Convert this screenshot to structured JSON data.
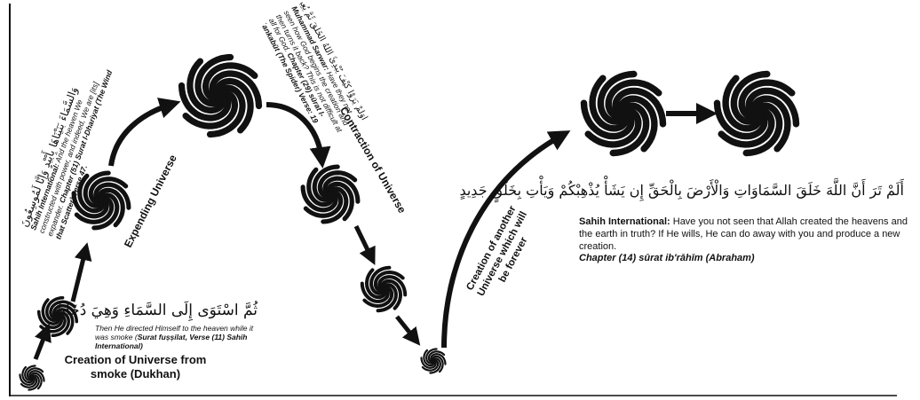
{
  "diagram": {
    "left_labels": {
      "smoke_label": "Creation of Universe from smoke (Dukhan)",
      "expanding_label": "Expending Universe",
      "contraction_label": "Contraction of Universe",
      "creation_another_label": "Creation of another Universe which will be forever"
    },
    "verses": {
      "smoke": {
        "arabic": "ثُمَّ اسْتَوَى إِلَى السَّمَاءِ وَهِيَ دُخَانٌ",
        "translation": "Then He directed Himself to the heaven while it was smoke (",
        "reference": "Surat fuṣṣilat, Verse (11) Sahih International)"
      },
      "expanding": {
        "arabic": "وَالسَّمَاءَ بَنَيْنَاهَا بِأَيْيْدٍ وَإِنَّا لَمُوسِعُونَ",
        "prefix": "Sahih International:",
        "body": "And the heaven We constructed with power, and indeed, We are [its] expander.",
        "reference": "Chapter (51) Surat l-Dhariyat (The Wind that Scatter) verse 47."
      },
      "spider": {
        "arabic": "أَوَلَمْ يَرَوْا كَيْفَ يُبْدِئُ اللَّهُ الْخَلْقَ ثُمَّ يُعِيدُهُ إِنَّ ذَٰلِكَ عَلَى اللَّهِ يَسِيرٌ",
        "prefix": "Muhammad Sarwar:",
        "body": "Have they not seen how God begins the creation and then turns it back? This is not difficult at all for God.",
        "reference": "Chapter (29) sūrat l-ʿankabūt (The Spider) Verse: 19"
      },
      "abraham": {
        "arabic": "أَلَمْ تَرَ أَنَّ اللَّهَ خَلَقَ السَّمَاوَاتِ وَالْأَرْضَ بِالْحَقِّ إِن يَشَأْ يُذْهِبْكُمْ وَيَأْتِ بِخَلْقٍ جَدِيدٍ",
        "prefix": "Sahih International:",
        "body": "Have you not seen that Allah created the heavens and the earth in truth? If He wills, He can do away with you and produce a new creation.",
        "reference": "Chapter (14) sūrat ib'rāhīm (Abraham)"
      }
    },
    "colors": {
      "ink": "#111111",
      "background": "#ffffff"
    },
    "icons": [
      "spiral-galaxy-icon",
      "curved-arrow-icon",
      "straight-arrow-icon"
    ]
  }
}
